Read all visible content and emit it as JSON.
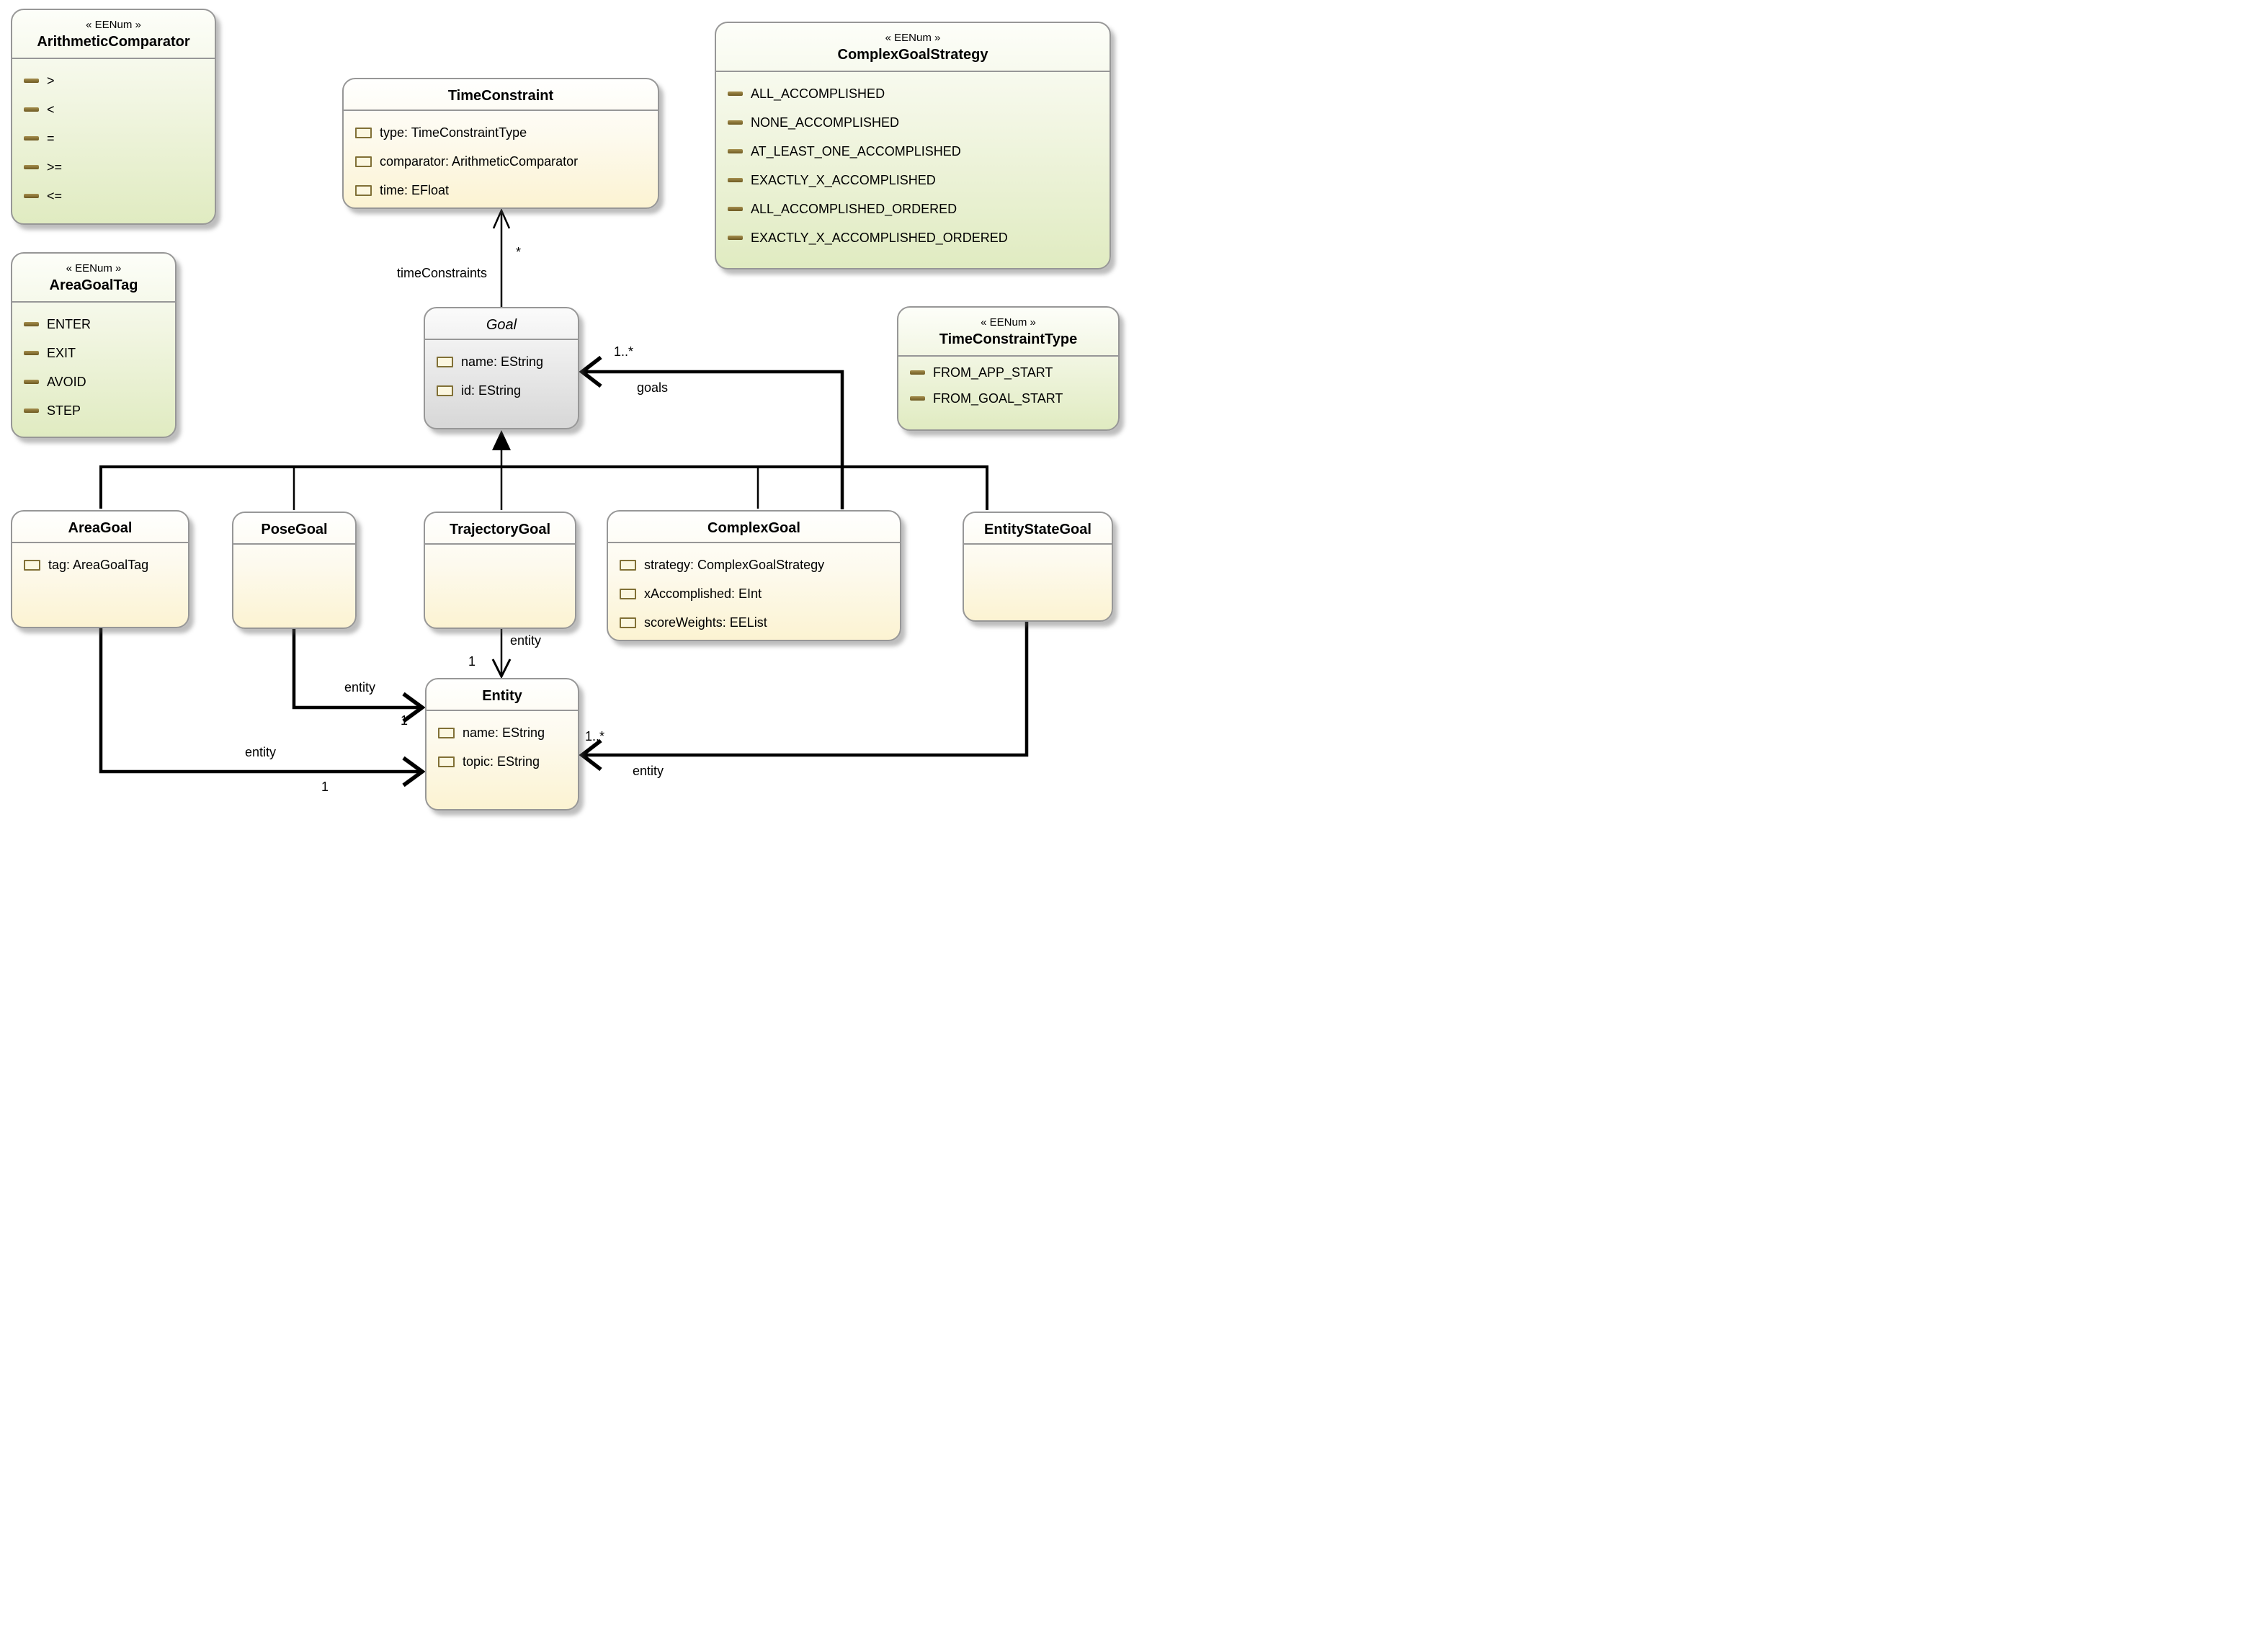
{
  "diagram": {
    "type": "uml-ecore-class-diagram",
    "colors": {
      "enum_fill_bottom": "#e0ebc1",
      "class_fill_bottom": "#fcf3d2",
      "abstract_fill_bottom": "#d7d7d7",
      "node_border": "#979797",
      "edge_line": "#000000",
      "icon_olive": "#7a6628",
      "text": "#000000"
    },
    "enums": [
      {
        "stereotype": "« EENum »",
        "name": "ArithmeticComparator",
        "literals": [
          ">",
          "<",
          "=",
          ">=",
          "<="
        ]
      },
      {
        "stereotype": "« EENum »",
        "name": "AreaGoalTag",
        "literals": [
          "ENTER",
          "EXIT",
          "AVOID",
          "STEP"
        ]
      },
      {
        "stereotype": "« EENum »",
        "name": "ComplexGoalStrategy",
        "literals": [
          "ALL_ACCOMPLISHED",
          "NONE_ACCOMPLISHED",
          "AT_LEAST_ONE_ACCOMPLISHED",
          "EXACTLY_X_ACCOMPLISHED",
          "ALL_ACCOMPLISHED_ORDERED",
          "EXACTLY_X_ACCOMPLISHED_ORDERED"
        ]
      },
      {
        "stereotype": "« EENum »",
        "name": "TimeConstraintType",
        "literals": [
          "FROM_APP_START",
          "FROM_GOAL_START"
        ]
      }
    ],
    "classes": [
      {
        "name": "TimeConstraint",
        "abstract": false,
        "attributes": [
          "type: TimeConstraintType",
          "comparator: ArithmeticComparator",
          "time: EFloat"
        ]
      },
      {
        "name": "Goal",
        "abstract": true,
        "attributes": [
          "name: EString",
          "id: EString"
        ]
      },
      {
        "name": "AreaGoal",
        "abstract": false,
        "attributes": [
          "tag: AreaGoalTag"
        ]
      },
      {
        "name": "PoseGoal",
        "abstract": false,
        "attributes": []
      },
      {
        "name": "TrajectoryGoal",
        "abstract": false,
        "attributes": []
      },
      {
        "name": "ComplexGoal",
        "abstract": false,
        "attributes": [
          "strategy: ComplexGoalStrategy",
          "xAccomplished: EInt",
          "scoreWeights: EEList"
        ]
      },
      {
        "name": "EntityStateGoal",
        "abstract": false,
        "attributes": []
      },
      {
        "name": "Entity",
        "abstract": false,
        "attributes": [
          "name: EString",
          "topic: EString"
        ]
      }
    ],
    "edges": {
      "timeConstraints": {
        "source": "Goal",
        "target": "TimeConstraint",
        "role": "timeConstraints",
        "mult": "*"
      },
      "goals": {
        "source": "ComplexGoal",
        "target": "Goal",
        "role": "goals",
        "mult": "1..*"
      },
      "trajectoryEntity": {
        "source": "TrajectoryGoal",
        "target": "Entity",
        "role": "entity",
        "mult": "1"
      },
      "poseEntity": {
        "source": "PoseGoal",
        "target": "Entity",
        "role": "entity",
        "mult": "1"
      },
      "areaEntity": {
        "source": "AreaGoal",
        "target": "Entity",
        "role": "entity",
        "mult": "1"
      },
      "entityStateEntity": {
        "source": "EntityStateGoal",
        "target": "Entity",
        "role": "entity",
        "mult": "1..*"
      },
      "generalizations": [
        "AreaGoal",
        "PoseGoal",
        "TrajectoryGoal",
        "ComplexGoal",
        "EntityStateGoal"
      ]
    }
  }
}
